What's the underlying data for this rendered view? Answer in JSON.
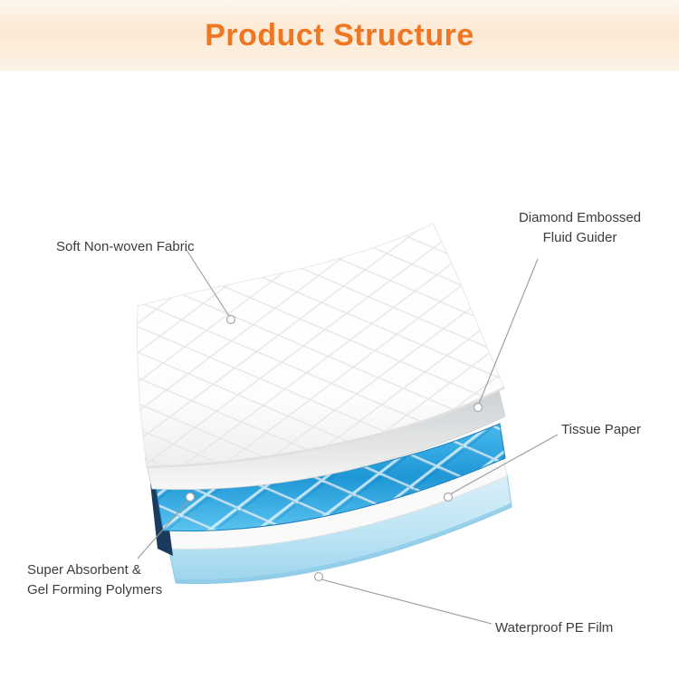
{
  "header": {
    "title": "Product Structure"
  },
  "labels": {
    "soft_nonwoven": "Soft Non-woven Fabric",
    "fluid_guider_line1": "Diamond Embossed",
    "fluid_guider_line2": "Fluid Guider",
    "tissue_paper": "Tissue Paper",
    "absorbent_line1": "Super Absorbent &",
    "absorbent_line2": "Gel Forming Polymers",
    "pe_film": "Waterproof PE Film"
  },
  "colors": {
    "banner_bg": "#fbe9d3",
    "title_orange": "#ef7623",
    "gel_blue": "#2aa3dd",
    "gel_dark_edge": "#1b3b5e",
    "pe_film_blue": "#aadcf0",
    "tissue_white": "#fafafa",
    "fluid_guider_gray": "#d8dadc",
    "label_text": "#3c3c3c",
    "leader_line": "#9a9a9a"
  }
}
